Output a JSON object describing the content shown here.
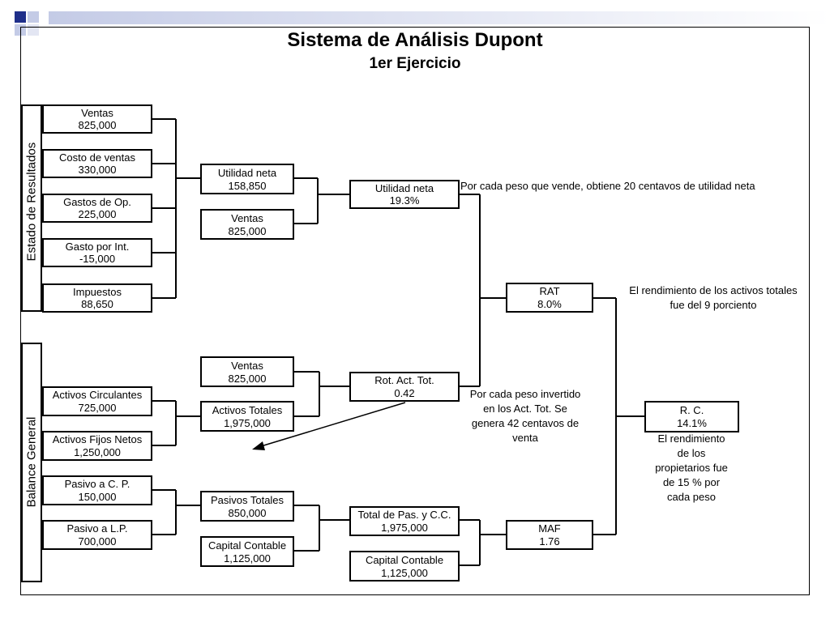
{
  "header": {
    "title": "Sistema de Análisis Dupont",
    "subtitle": "1er Ejercicio"
  },
  "sections": {
    "income_statement": "Estado de Resultados",
    "balance_sheet": "Balance General"
  },
  "boxes": {
    "ventas": {
      "label": "Ventas",
      "value": "825,000"
    },
    "costo_ventas": {
      "label": "Costo de ventas",
      "value": "330,000"
    },
    "gastos_op": {
      "label": "Gastos de Op.",
      "value": "225,000"
    },
    "gasto_int": {
      "label": "Gasto por Int.",
      "value": "-15,000"
    },
    "impuestos": {
      "label": "Impuestos",
      "value": "88,650"
    },
    "utilidad_neta_1": {
      "label": "Utilidad neta",
      "value": "158,850"
    },
    "ventas_2": {
      "label": "Ventas",
      "value": "825,000"
    },
    "utilidad_neta_pct": {
      "label": "Utilidad neta",
      "value": "19.3%"
    },
    "rat": {
      "label": "RAT",
      "value": "8.0%"
    },
    "ventas_3": {
      "label": "Ventas",
      "value": "825,000"
    },
    "activos_circ": {
      "label": "Activos Circulantes",
      "value": "725,000"
    },
    "activos_tot": {
      "label": "Activos Totales",
      "value": "1,975,000"
    },
    "activos_fijos": {
      "label": "Activos Fijos Netos",
      "value": "1,250,000"
    },
    "rot_act": {
      "label": "Rot. Act. Tot.",
      "value": "0.42"
    },
    "rc": {
      "label": "R. C.",
      "value": "14.1%"
    },
    "pasivo_cp": {
      "label": "Pasivo a C. P.",
      "value": "150,000"
    },
    "pasivos_tot": {
      "label": "Pasivos Totales",
      "value": "850,000"
    },
    "pasivo_lp": {
      "label": "Pasivo a L.P.",
      "value": "700,000"
    },
    "capital_1": {
      "label": "Capital Contable",
      "value": "1,125,000"
    },
    "total_pas": {
      "label": "Total de Pas. y C.C.",
      "value": "1,975,000"
    },
    "capital_2": {
      "label": "Capital Contable",
      "value": "1,125,000"
    },
    "maf": {
      "label": "MAF",
      "value": "1.76"
    }
  },
  "notes": {
    "utilidad": "Por cada peso que vende, obtiene  20 centavos de utilidad neta",
    "rat_1": "El rendimiento de los activos totales",
    "rat_2": "fue del 9 porciento",
    "rot_1": "Por cada peso invertido",
    "rot_2": "en los Act. Tot. Se",
    "rot_3": "genera 42 centavos de",
    "rot_4": "venta",
    "rc_1": "El rendimiento",
    "rc_2": "de los",
    "rc_3": "propietarios fue",
    "rc_4": "de 15 % por",
    "rc_5": "cada peso"
  }
}
